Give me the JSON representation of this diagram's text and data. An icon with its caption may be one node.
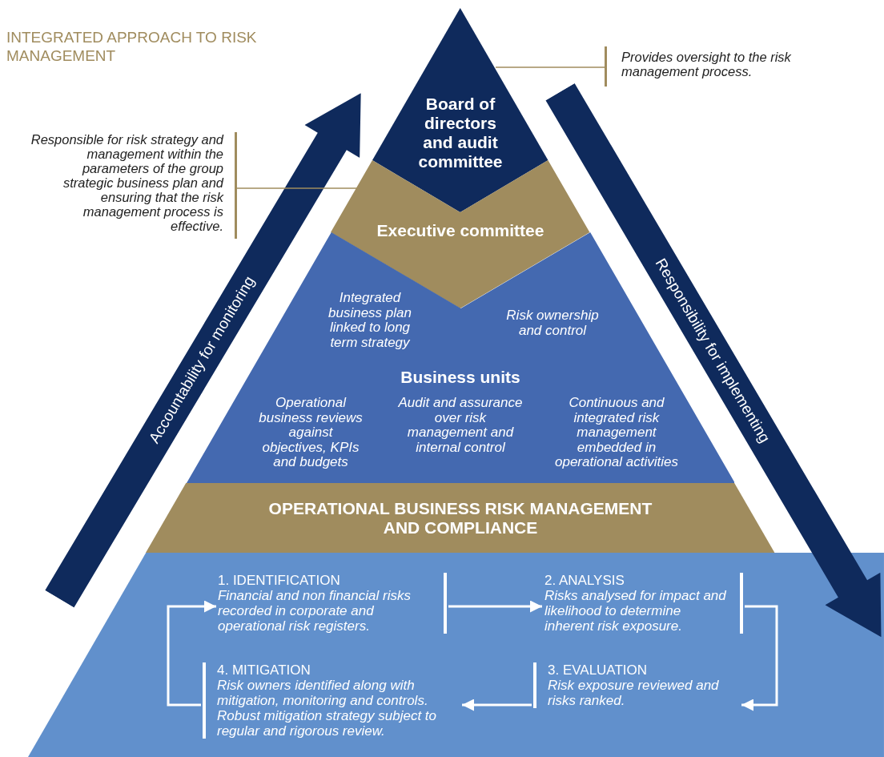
{
  "diagram": {
    "title": "INTEGRATED APPROACH TO RISK MANAGEMENT",
    "nodes": [
      {
        "text": [
          "Board of directors and audit committee"
        ]
      },
      {
        "text": [
          "Executive committee"
        ]
      },
      {
        "text": [
          "Integrated business plan linked to long term strategy",
          "Risk ownership and control",
          "Business units",
          "Operational business reviews against objectives, KPIs and budgets",
          "Audit and assurance over risk management and internal control",
          "Continuous and integrated risk management embedded in operational activities"
        ]
      },
      {
        "text": [
          "OPERATIONAL BUSINESS RISK MANAGEMENT AND COMPLIANCE"
        ]
      },
      {
        "text": [],
        "shape": "trapezoid"
      },
      {
        "text": [
          "1. IDENTIFICATION",
          "Financial and non financial risks recorded in corporate and operational risk registers."
        ],
        "in": 4
      },
      {
        "text": [
          "2. ANALYSIS",
          "Risks analysed for impact and likelihood to determine inherent risk exposure."
        ],
        "in": 4
      },
      {
        "text": [
          "3. EVALUATION",
          "Risk exposure reviewed and risks ranked."
        ],
        "in": 4
      },
      {
        "text": [
          "4. MITIGATION",
          "Risk owners identified along with mitigation, monitoring and controls. Robust mitigation strategy subject to regular and rigorous review."
        ],
        "in": 4
      },
      {
        "text": [
          "Provides oversight to the risk management process."
        ]
      },
      {
        "text": [
          "Responsible for risk strategy and management within the parameters of the group strategic business plan and ensuring that the risk management process is effective."
        ]
      },
      {
        "text": [
          "Accountability for monitoring"
        ]
      },
      {
        "text": [
          "Responsibility for implementing"
        ]
      }
    ],
    "edges": [
      {
        "from": 5,
        "to": 6,
        "arrow": "to"
      },
      {
        "from": 6,
        "to": 7,
        "arrow": "to"
      },
      {
        "from": 7,
        "to": 8,
        "arrow": "to"
      },
      {
        "from": 8,
        "to": 5,
        "arrow": "to"
      },
      {
        "from": 9,
        "to": 0,
        "arrow": "none",
        "color": "#a08c5e"
      },
      {
        "from": 10,
        "to": 1,
        "arrow": "none",
        "color": "#a08c5e"
      }
    ]
  }
}
